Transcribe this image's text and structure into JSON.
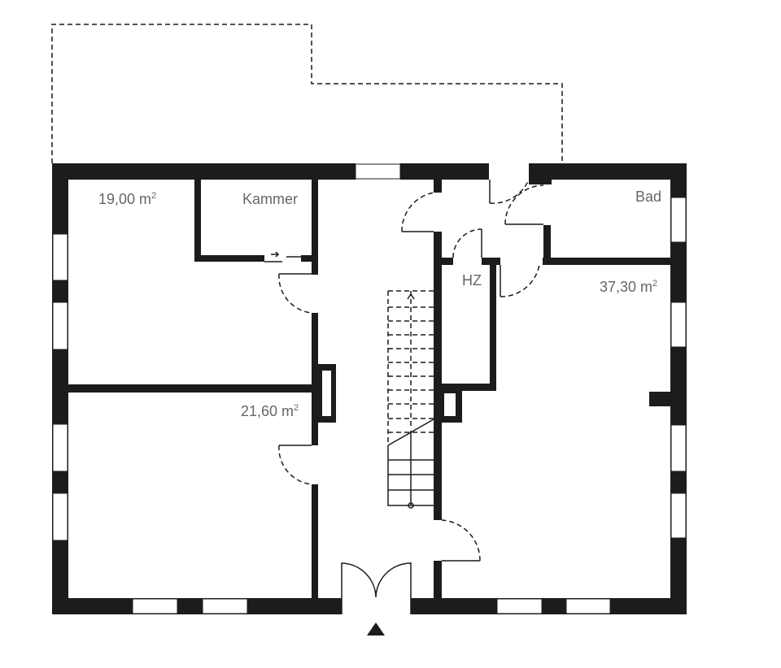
{
  "floorplan": {
    "rooms": [
      {
        "id": "room-top-left",
        "area": "19,00 m",
        "sup": "2"
      },
      {
        "id": "kammer",
        "name": "Kammer"
      },
      {
        "id": "room-bottom-left",
        "area": "21,60 m",
        "sup": "2"
      },
      {
        "id": "hz",
        "name": "HZ"
      },
      {
        "id": "bad",
        "name": "Bad"
      },
      {
        "id": "room-right",
        "area": "37,30 m",
        "sup": "2"
      }
    ],
    "entrance_marker": "entrance-arrow-icon"
  }
}
